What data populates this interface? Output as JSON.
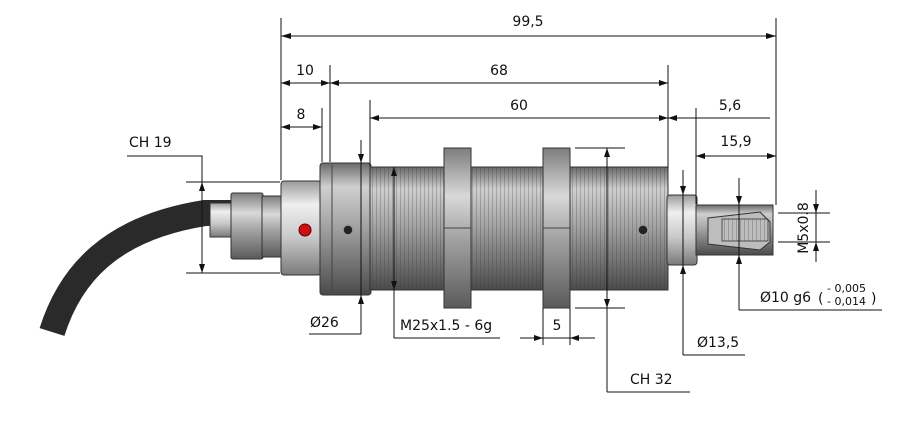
{
  "dimensions": {
    "overall_length": "99,5",
    "d10": "10",
    "d68": "68",
    "d8": "8",
    "d60": "60",
    "d5_6": "5,6",
    "d15_9": "15,9",
    "thread_m5": "M5x0.8",
    "ch19": "CH 19",
    "dia26": "Ø26",
    "thread_main": "M25x1.5 - 6g",
    "d5": "5",
    "ch32": "CH 32",
    "dia13_5": "Ø13,5",
    "shaft_dia": "Ø10 g6",
    "tol_upper": "- 0,005",
    "tol_lower": "- 0,014"
  },
  "colors": {
    "cable": "#2a2a2a",
    "body_dark": "#5e5e5e",
    "body_mid": "#9a9a9a",
    "body_light": "#d6d6d6",
    "led": "#d01010"
  }
}
